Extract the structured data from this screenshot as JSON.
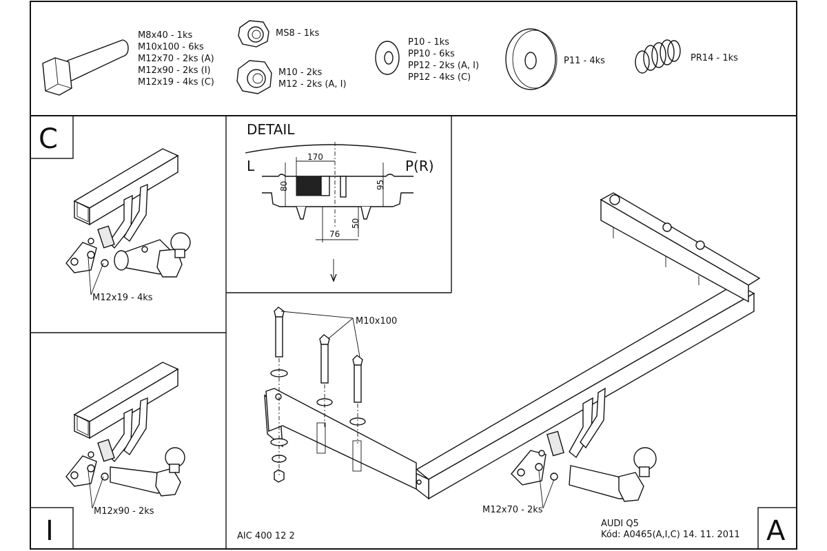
{
  "parts": {
    "bolt": [
      "M8x40 - 1ks",
      "M10x100 - 6ks",
      "M12x70 - 2ks (A)",
      "M12x90 - 2ks (I)",
      "M12x19 - 4ks (C)"
    ],
    "nut_small": "MS8 - 1ks",
    "nut_large": [
      "M10 - 2ks",
      "M12 - 2ks (A, I)"
    ],
    "washers": [
      "P10 - 1ks",
      "PP10 - 6ks",
      "PP12 - 2ks (A, I)",
      "PP12 - 4ks (C)"
    ],
    "large_washer": "P11 - 4ks",
    "spring": "PR14 - 1ks"
  },
  "panel_c": {
    "letter": "C",
    "callout": "M12x19 - 4ks"
  },
  "panel_i": {
    "letter": "I",
    "callout": "M12x90 - 2ks"
  },
  "panel_a": {
    "letter": "A",
    "callout_bolts": "M10x100",
    "callout_ball": "M12x70 - 2ks"
  },
  "detail": {
    "title": "DETAIL",
    "left": "L",
    "right": "P(R)",
    "dim_170": "170",
    "dim_80": "80",
    "dim_95": "95",
    "dim_50": "50",
    "dim_76": "76"
  },
  "footer": {
    "drawing_no": "AIC 400 12 2",
    "model": "AUDI Q5",
    "code": "Kód: A0465(A,I,C)  14. 11. 2011"
  }
}
